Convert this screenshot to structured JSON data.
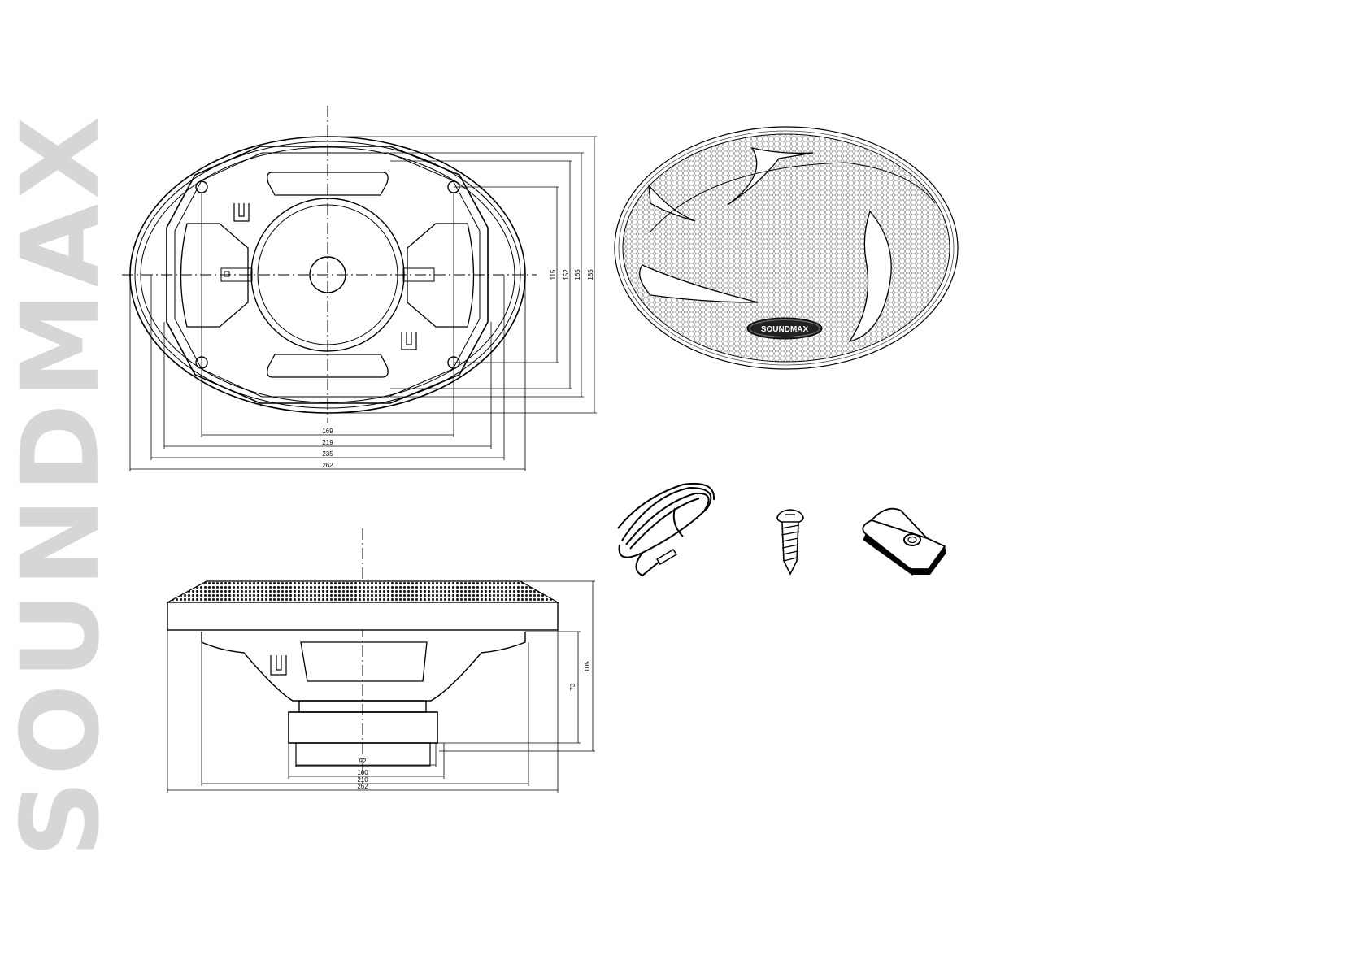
{
  "brand": {
    "vertical_text": "SOUNDMAX",
    "watermark_color": "#d6d6d6"
  },
  "front_view": {
    "horizontal_dims": [
      "169",
      "219",
      "235",
      "262"
    ],
    "vertical_dims": [
      "115",
      "152",
      "165",
      "185"
    ]
  },
  "side_view": {
    "horizontal_dims": [
      "92",
      "100",
      "210",
      "262"
    ],
    "vertical_dims": [
      "73",
      "105"
    ]
  },
  "grille": {
    "logo_text": "SOUNDMAX"
  },
  "accessories": [
    {
      "name": "speaker cable",
      "icon": "cable-coil-icon"
    },
    {
      "name": "screw",
      "icon": "screw-icon"
    },
    {
      "name": "clip nut",
      "icon": "clip-nut-icon"
    }
  ]
}
